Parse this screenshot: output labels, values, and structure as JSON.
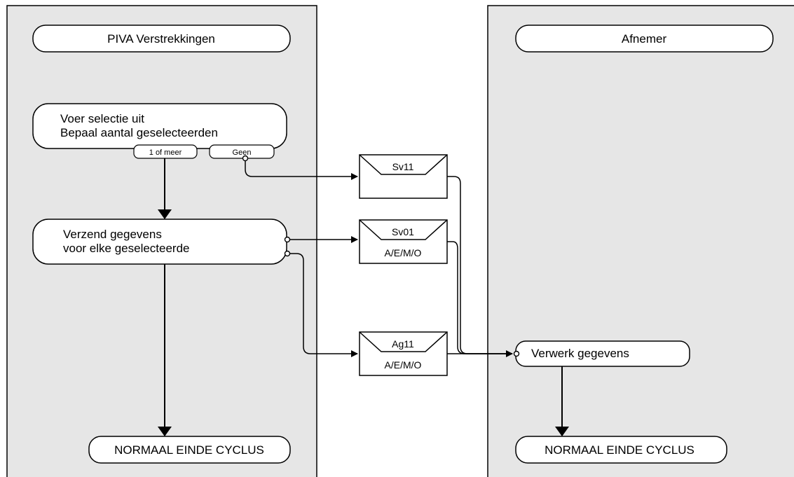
{
  "lanes": {
    "left": {
      "title": "PIVA Verstrekkingen"
    },
    "right": {
      "title": "Afnemer"
    }
  },
  "activities": {
    "selectie": {
      "line1": "Voer selectie uit",
      "line2": "Bepaal aantal geselecteerden",
      "outcome_many": "1 of meer",
      "outcome_none": "Geen"
    },
    "verzend": {
      "line1": "Verzend gegevens",
      "line2": "voor elke geselecteerde"
    },
    "verwerk": {
      "label": "Verwerk gegevens"
    },
    "end_left": {
      "label": "NORMAAL EINDE CYCLUS"
    },
    "end_right": {
      "label": "NORMAAL EINDE CYCLUS"
    }
  },
  "messages": {
    "sv11": {
      "code": "Sv11",
      "ops": ""
    },
    "sv01": {
      "code": "Sv01",
      "ops": "A/E/M/O"
    },
    "ag11": {
      "code": "Ag11",
      "ops": "A/E/M/O"
    }
  }
}
